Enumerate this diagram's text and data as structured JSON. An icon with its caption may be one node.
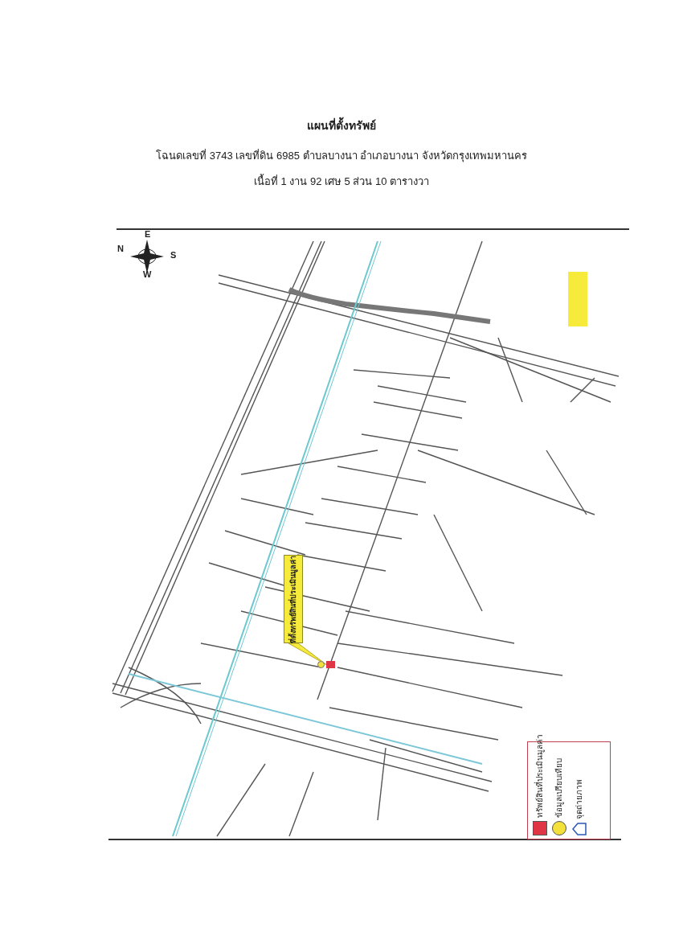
{
  "diagram": {
    "title": "แผนที่ตั้งทรัพย์",
    "nodes": [
      {
        "text": [
          "ที่ตั้งทรัพย์สินที่ประเมินมูลค่า"
        ]
      },
      {
        "text": [],
        "shape": "box"
      }
    ],
    "edges": [
      {
        "from": 0,
        "to": 1,
        "arrow": "none"
      }
    ],
    "labels": [
      "โฉนดเลขที่ 3743 เลขที่ดิน 6985 ตำบลบางนา อำเภอบางนา จังหวัดกรุงเทพมหานคร",
      "เนื้อที่ 1 งาน 92 เศษ 5 ส่วน 10 ตารางวา",
      "N",
      "E",
      "S",
      "W"
    ],
    "legend": [
      {
        "text": "ทรัพย์สินที่ประเมินมูลค่า",
        "color": "#e03545"
      },
      {
        "text": "ข้อมูลเปรียบเทียบ",
        "color": "#f3e03a"
      },
      {
        "text": "จุดถ่ายภาพ"
      }
    ]
  }
}
